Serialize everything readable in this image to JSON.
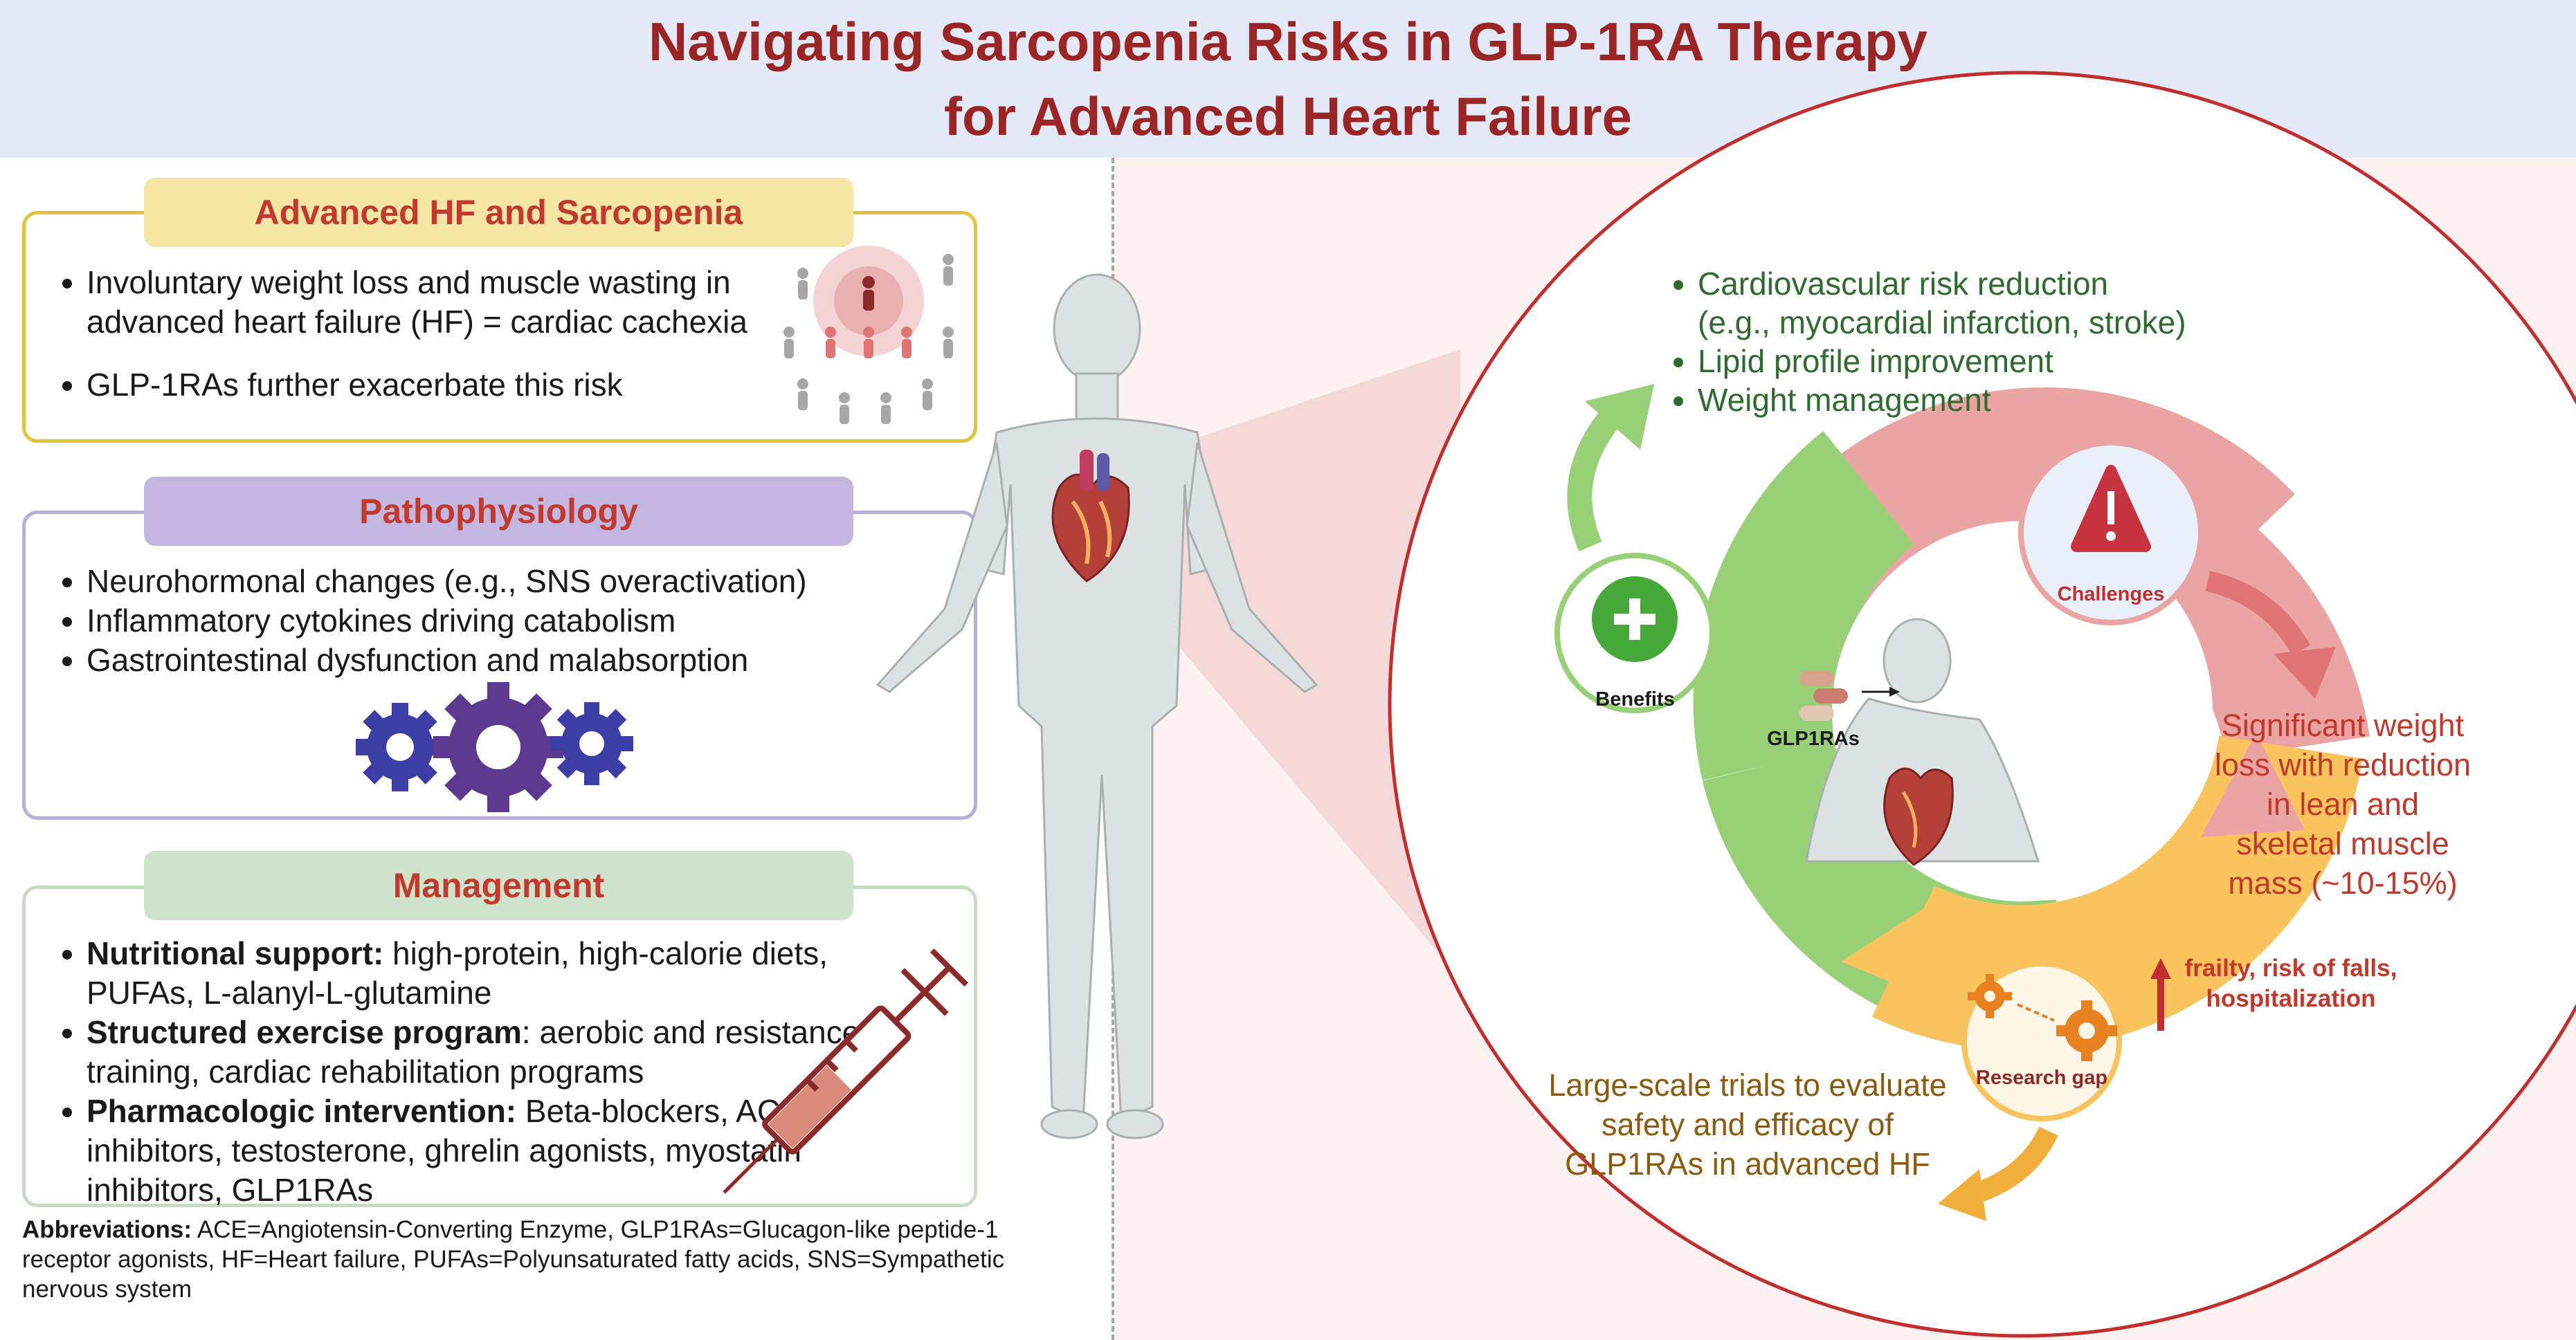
{
  "title": {
    "line1": "Navigating Sarcopenia Risks in GLP-1RA Therapy",
    "line2": "for Advanced Heart Failure"
  },
  "panels": {
    "hf": {
      "title": "Advanced HF and Sarcopenia",
      "bullets": [
        "Involuntary weight loss and muscle wasting in advanced heart failure (HF) = cardiac cachexia",
        "GLP-1RAs further exacerbate this risk"
      ]
    },
    "patho": {
      "title": "Pathophysiology",
      "bullets": [
        "Neurohormonal changes (e.g., SNS overactivation)",
        "Inflammatory cytokines driving catabolism",
        "Gastrointestinal dysfunction and malabsorption"
      ]
    },
    "mgmt": {
      "title": "Management",
      "items": [
        {
          "bold": "Nutritional support:",
          "text": " high-protein, high-calorie diets, PUFAs, L-alanyl-L-glutamine"
        },
        {
          "bold": "Structured exercise program",
          "text": ": aerobic and resistance training, cardiac rehabilitation programs"
        },
        {
          "bold": "Pharmacologic intervention:",
          "text": " Beta-blockers, ACE inhibitors, testosterone, ghrelin agonists, myostatin inhibitors, GLP1RAs"
        }
      ]
    }
  },
  "abbreviations": {
    "label": "Abbreviations:",
    "text": " ACE=Angiotensin-Converting Enzyme, GLP1RAs=Glucagon-like peptide-1 receptor agonists, HF=Heart failure, PUFAs=Polyunsaturated fatty acids, SNS=Sympathetic nervous system"
  },
  "cycle": {
    "benefits_label": "Benefits",
    "challenges_label": "Challenges",
    "research_label": "Research gap",
    "center_label": "GLP1RAs",
    "benefits_list": [
      "Cardiovascular risk reduction",
      "(e.g., myocardial infarction, stroke)",
      "Lipid profile improvement",
      "Weight management"
    ],
    "challenges_text": [
      "Significant weight",
      "loss with reduction",
      "in lean and",
      "skeletal muscle",
      "mass (~10-15%)"
    ],
    "outcome_text": [
      "frailty, risk of falls,",
      "hospitalization"
    ],
    "research_text": [
      "Large-scale trials to evaluate",
      "safety and efficacy of",
      "GLP1RAs in advanced HF"
    ]
  },
  "colors": {
    "title": "#9b2424",
    "header_bg": "#e3e9f6",
    "hf_border": "#e2c43a",
    "hf_title_bg": "#f6e6a6",
    "patho_border": "#b9aed9",
    "patho_title_bg": "#c3b6e0",
    "mgmt_border": "#c9dcc3",
    "mgmt_title_bg": "#cfe2cc",
    "benefit_green": "#98d077",
    "challenge_pink": "#eaa4a4",
    "research_yellow": "#f9c35e",
    "circle_red": "#c22e2e"
  }
}
